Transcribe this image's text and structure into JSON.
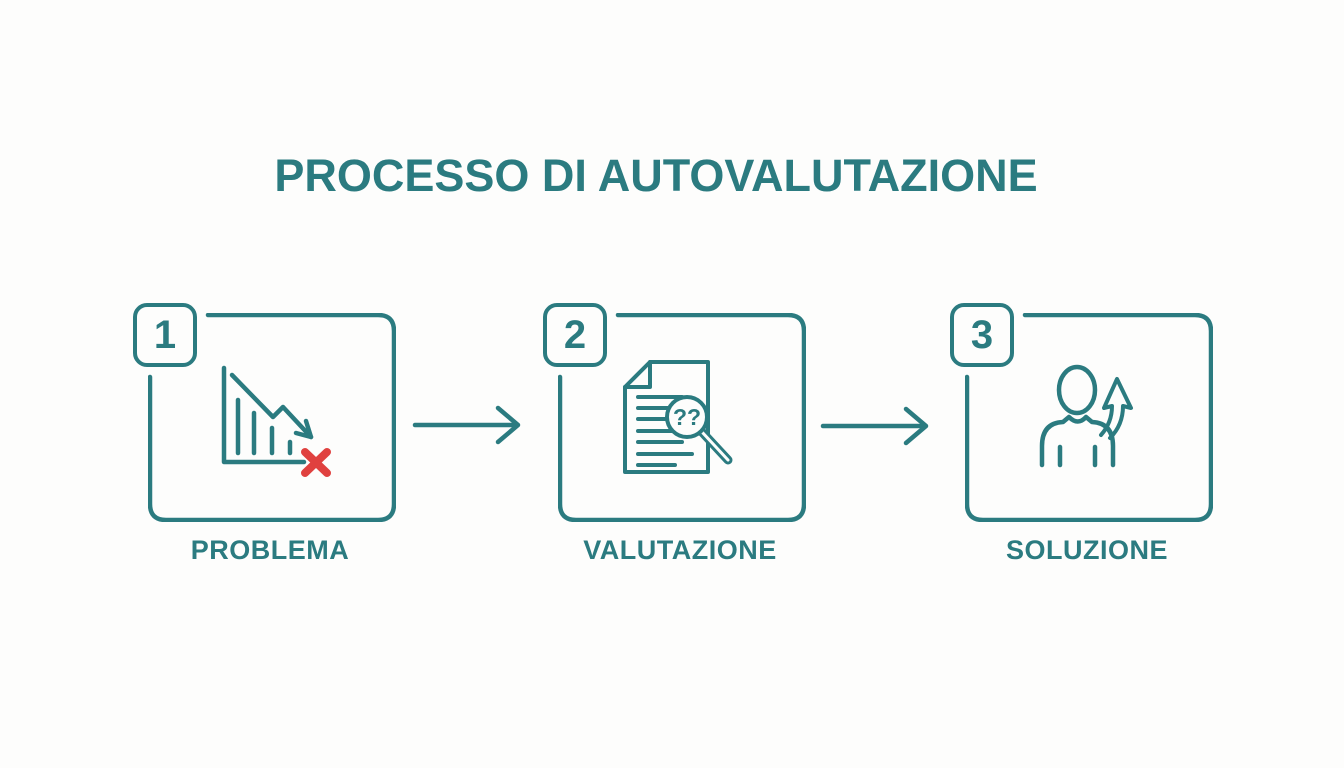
{
  "theme": {
    "accent": "#2b7b80",
    "danger": "#e0413f",
    "bg": "#fdfdfc"
  },
  "title": "PROCESSO DI AUTOVALUTAZIONE",
  "steps": [
    {
      "number": "1",
      "label": "PROBLEMA",
      "icon": "declining-chart-with-x-icon"
    },
    {
      "number": "2",
      "label": "VALUTAZIONE",
      "icon": "document-magnifier-icon",
      "icon_text": "??"
    },
    {
      "number": "3",
      "label": "SOLUZIONE",
      "icon": "person-growth-arrow-icon"
    }
  ],
  "connectors": [
    {
      "name": "arrow-step1-to-step2"
    },
    {
      "name": "arrow-step2-to-step3"
    }
  ]
}
